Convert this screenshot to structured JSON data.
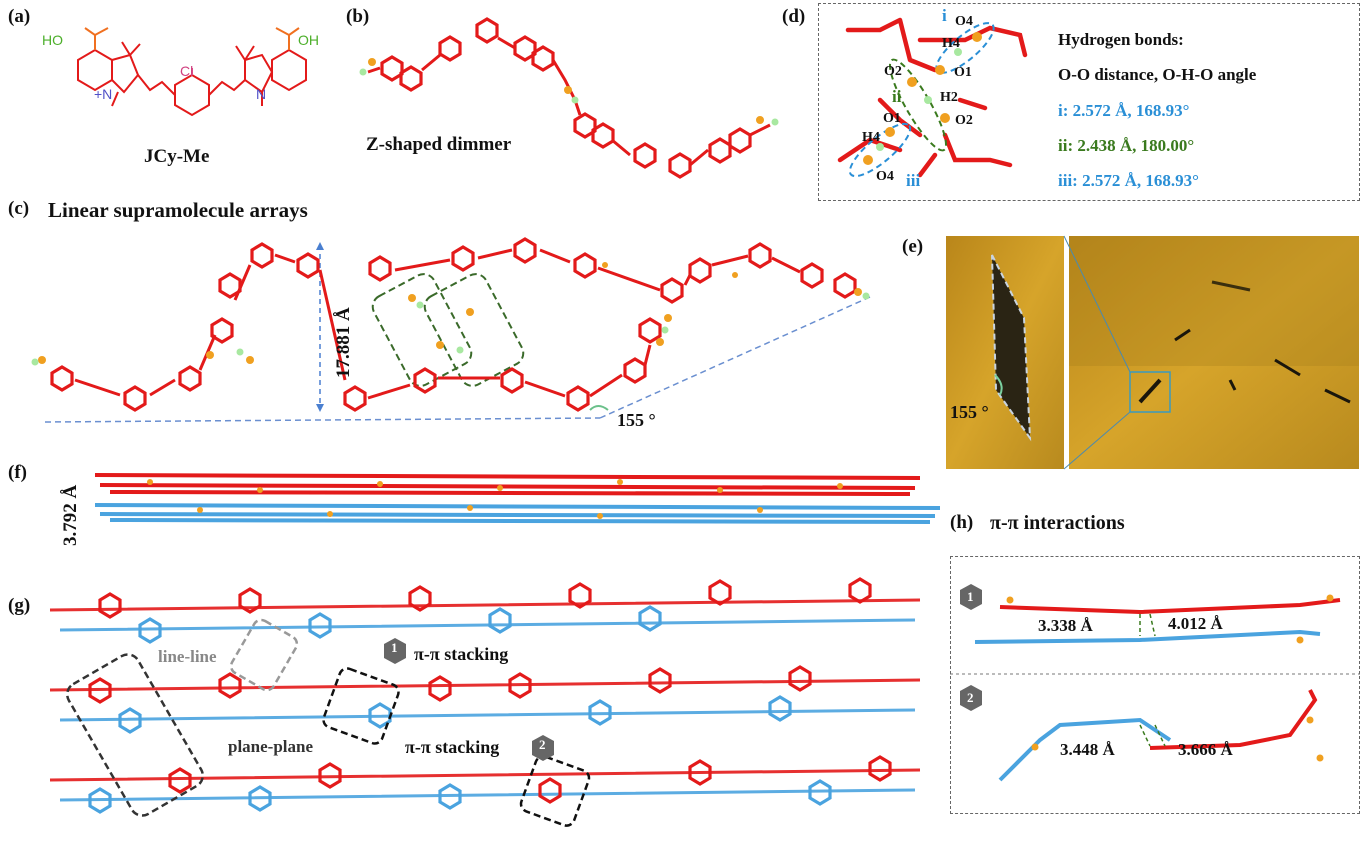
{
  "panels": {
    "a": {
      "label": "(a)",
      "compound": "JCy-Me",
      "atoms": {
        "cl": "Cl",
        "oh_left": "HO",
        "oh_right": "OH",
        "n_left": "+N",
        "n_right": "N"
      }
    },
    "b": {
      "label": "(b)",
      "caption": "Z-shaped dimmer"
    },
    "c": {
      "label": "(c)",
      "title": "Linear supramolecule arrays",
      "distance": "17.881 Å",
      "angle": "155 °"
    },
    "d": {
      "label": "(d)",
      "title_line1": "Hydrogen bonds:",
      "title_line2": "O-O distance, O-H-O angle",
      "bonds": [
        {
          "id": "i",
          "text": "i: 2.572 Å, 168.93°",
          "color": "#2a8fd6"
        },
        {
          "id": "ii",
          "text": "ii: 2.438 Å, 180.00°",
          "color": "#3a7a1e"
        },
        {
          "id": "iii",
          "text": "iii: 2.572 Å, 168.93°",
          "color": "#2a8fd6"
        }
      ],
      "atom_labels": [
        "O4",
        "H4",
        "O1",
        "O2",
        "H2",
        "O2",
        "O1",
        "H4",
        "O4"
      ],
      "roman": {
        "i": "i",
        "ii": "ii",
        "iii": "iii"
      }
    },
    "e": {
      "label": "(e)",
      "angle": "155 °"
    },
    "f": {
      "label": "(f)",
      "distance": "3.792 Å"
    },
    "g": {
      "label": "(g)",
      "line_line": "line-line",
      "plane_plane": "plane-plane",
      "stacking1": "π-π stacking",
      "stacking2": "π-π stacking",
      "marker1": "1",
      "marker2": "2"
    },
    "h": {
      "label": "(h)",
      "title": "π-π interactions",
      "marker1": "1",
      "marker2": "2",
      "d1a": "3.338 Å",
      "d1b": "4.012 Å",
      "d2a": "3.448 Å",
      "d2b": "3.666 Å"
    }
  },
  "colors": {
    "molecule_red": "#e31a1a",
    "molecule_blue": "#4aa3df",
    "oxygen": "#f0a020",
    "hydrogen": "#a8e8a0",
    "nitrogen": "#8a7fd6",
    "crystal_bg": "#c8941a"
  }
}
